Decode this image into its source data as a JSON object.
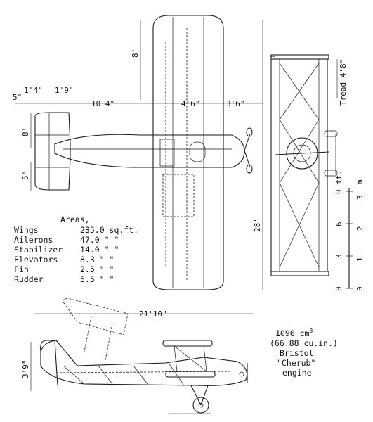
{
  "dimensions": {
    "span_half": "8'",
    "fuselage_5": "5\"",
    "d_1_4": "1'4\"",
    "d_1_9": "1'9\"",
    "d_10_4": "10'4\"",
    "d_4_6": "4'6\"",
    "d_3_6": "3'6\"",
    "tail_8": "8'",
    "tail_5": "5'",
    "span_28": "28'",
    "tread": "Tread 4'8\"",
    "length": "21'10\"",
    "height": "3'9\""
  },
  "areas": {
    "title": "Areas,",
    "rows": [
      {
        "name": "Wings",
        "value": "235.0 sq.ft."
      },
      {
        "name": "Ailerons",
        "value": "47.0 \"  \""
      },
      {
        "name": "Stabilizer",
        "value": "14.0 \"  \""
      },
      {
        "name": "Elevators",
        "value": "8.3 \"  \""
      },
      {
        "name": "Fin",
        "value": "2.5 \"  \""
      },
      {
        "name": "Rudder",
        "value": "5.5 \"  \""
      }
    ]
  },
  "scale": {
    "ft_label": "ft.",
    "m_label": "m",
    "ft_ticks": [
      "0",
      "3",
      "6",
      "9"
    ],
    "m_ticks": [
      "0",
      "1",
      "2",
      "3"
    ]
  },
  "engine": {
    "l1": "1096 cm",
    "l1_sup": "3",
    "l2": "(66.88 cu.in.)",
    "l3": "Bristol",
    "l4": "\"Cherub\"",
    "l5": "engine"
  }
}
